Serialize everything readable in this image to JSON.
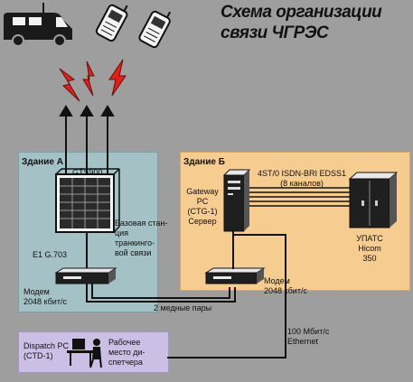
{
  "title": {
    "line1": "Схема организации",
    "line2": "связи ЧГРЭС"
  },
  "building_a": {
    "name": "Здание А",
    "station_model": "GTS900",
    "station_desc": [
      "Базовая стан-",
      "ция",
      "транкинго-",
      "вой связи"
    ],
    "interface": "E1 G.703",
    "modem": [
      "Модем",
      "2048 кбит/с"
    ]
  },
  "building_b": {
    "name": "Здание Б",
    "isdn_line1": "4ST/0 ISDN-BRI EDSS1",
    "isdn_line2": "(8 каналов)",
    "gateway": [
      "Gateway",
      "PC",
      "(CTG-1)",
      "Сервер"
    ],
    "pbx": [
      "УПАТС",
      "Hicom",
      "350"
    ],
    "modem": [
      "Модем",
      "2048 кбит/с"
    ]
  },
  "links": {
    "copper": "2 медные пары",
    "ethernet": [
      "100 Мбит/с",
      "Ethernet"
    ]
  },
  "dispatch": {
    "pc": [
      "Dispatch PC",
      "(CTD-1)"
    ],
    "workplace": [
      "Рабочее",
      "место ди-",
      "спетчера"
    ]
  },
  "colors": {
    "background": "#9e9e9e",
    "building_a": "#a4c2c6",
    "building_b": "#f7cc91",
    "dispatch": "#cbbfe6",
    "lightning": "#e0211b"
  }
}
